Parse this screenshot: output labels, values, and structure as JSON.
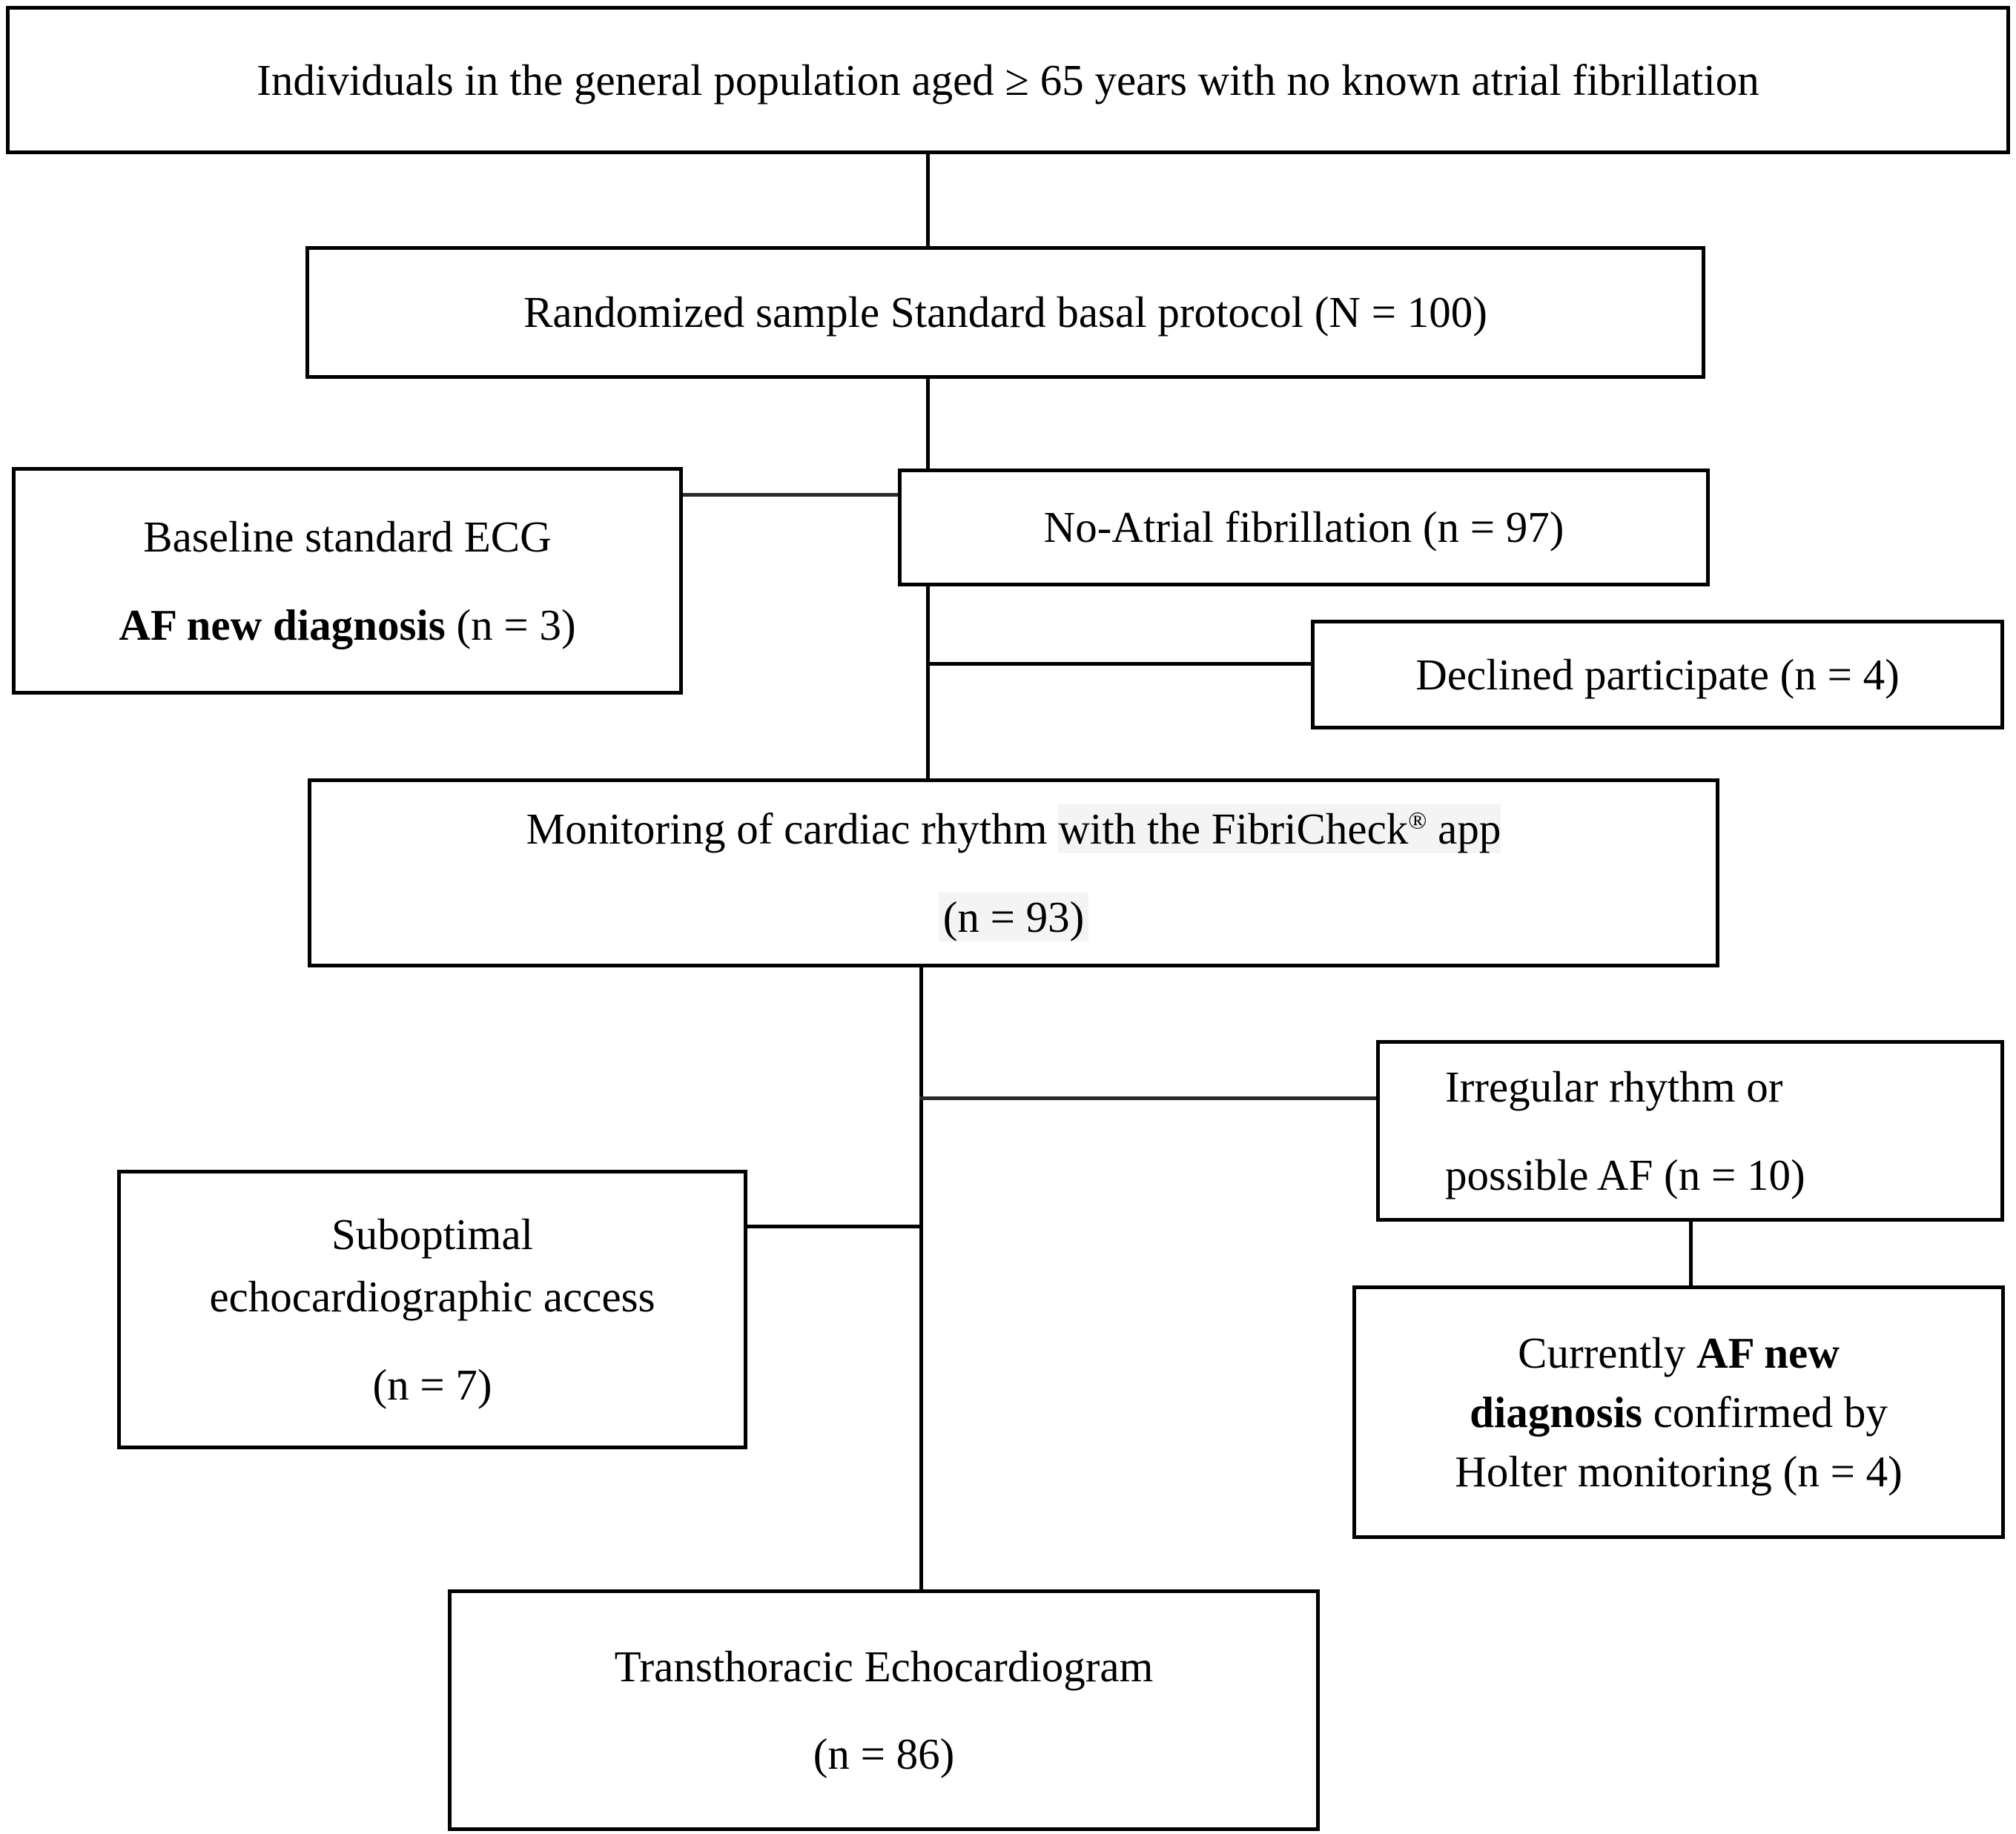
{
  "diagram": {
    "title": "Study flow diagram of atrial fibrillation screening",
    "type": "flowchart"
  },
  "nodes": {
    "population": {
      "line1": "Individuals in the general population aged ≥ 65 years with no known atrial fibrillation"
    },
    "randomized": {
      "line1": "Randomized sample Standard basal protocol (N = 100)"
    },
    "baseline_ecg": {
      "line1": "Baseline standard ECG",
      "line2_bold": "AF new diagnosis",
      "line2_rest": " (n = 3)"
    },
    "no_af": {
      "line1": "No-Atrial fibrillation (n = 97)"
    },
    "declined": {
      "line1": "Declined participate (n = 4)"
    },
    "monitoring": {
      "line1_pre": "Monitoring of cardiac rhythm ",
      "line1_hl_pre": "with the FibriCheck",
      "line1_hl_sup": "®",
      "line1_hl_post": " app",
      "line2": "(n = 93)"
    },
    "irregular": {
      "line1": "Irregular rhythm or",
      "line2": "possible AF (n = 10)"
    },
    "suboptimal": {
      "line1": "Suboptimal",
      "line2": "echocardiographic access",
      "line3": "(n = 7)"
    },
    "holter": {
      "line1_pre": "Currently ",
      "line1_bold": "AF new",
      "line2_bold": "diagnosis",
      "line2_rest": " confirmed by",
      "line3": "Holter monitoring (n = 4)"
    },
    "echo": {
      "line1": "Transthoracic Echocardiogram",
      "line2": "(n = 86)"
    }
  },
  "colors": {
    "border": "#000000",
    "background": "#ffffff",
    "text": "#000000",
    "highlight": "#f4f4f4"
  }
}
